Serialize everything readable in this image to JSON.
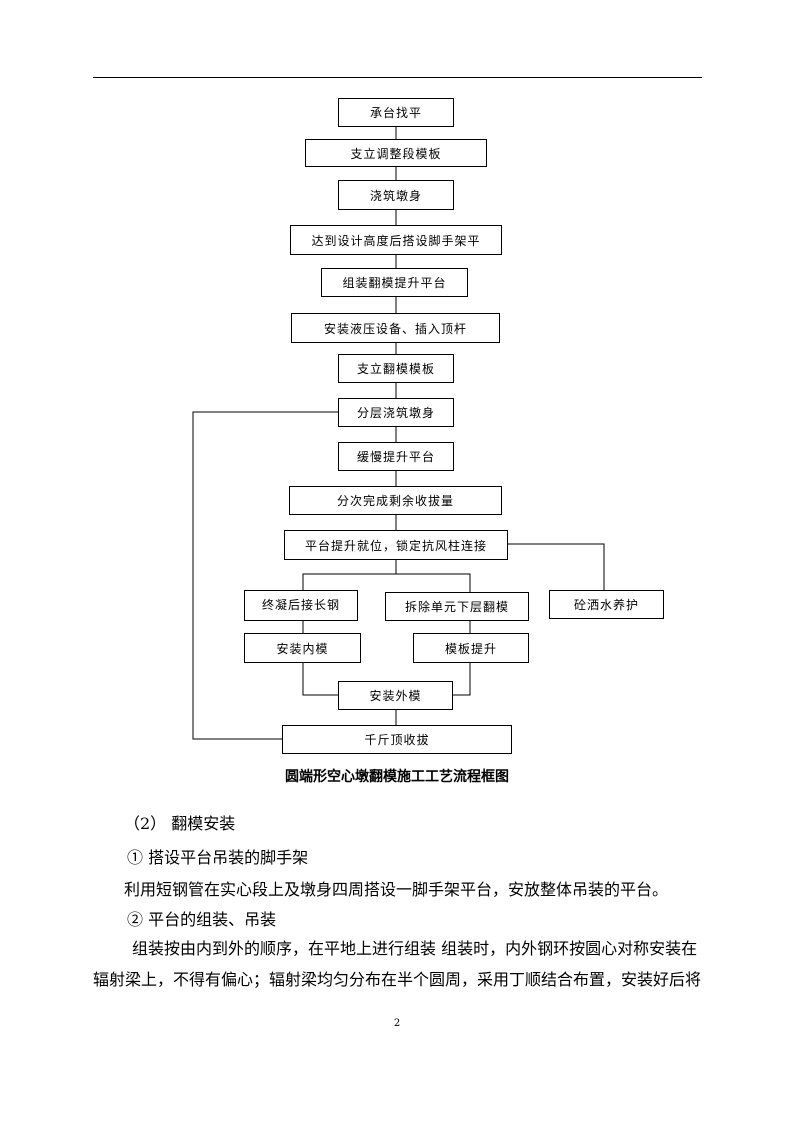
{
  "flowchart": {
    "boxes": {
      "b1": "承台找平",
      "b2": "支立调整段模板",
      "b3": "浇筑墩身",
      "b4": "达到设计高度后搭设脚手架平",
      "b5": "组装翻模提升平台",
      "b6": "安装液压设备、插入顶杆",
      "b7": "支立翻模模板",
      "b8": "分层浇筑墩身",
      "b9": "缓慢提升平台",
      "b10": "分次完成剩余收拔量",
      "b11": "平台提升就位，锁定抗风柱连接",
      "b12": "终凝后接长钢",
      "b13": "拆除单元下层翻模",
      "b14": "砼洒水养护",
      "b15": "安装内模",
      "b16": "模板提升",
      "b17": "安装外模",
      "b18": "千斤顶收拔"
    },
    "caption": "圆端形空心墩翻模施工工艺流程框图"
  },
  "body": {
    "p1": "（2）  翻模安装",
    "p2": "① 搭设平台吊装的脚手架",
    "p3": "利用短钢管在实心段上及墩身四周搭设一脚手架平台，安放整体吊装的平台。",
    "p4": "② 平台的组装、吊装",
    "p5": "组装按由内到外的顺序，在平地上进行组装  组装时，内外钢环按圆心对称安装在",
    "p6": "辐射梁上，不得有偏心；辐射梁均匀分布在半个圆周，采用丁顺结合布置，安装好后将"
  },
  "page_number": "2"
}
